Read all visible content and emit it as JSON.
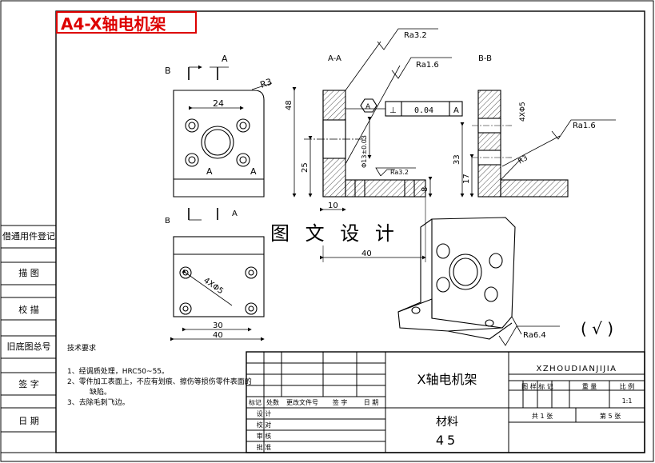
{
  "title": "A4-X轴电机架",
  "watermark": "图 文 设 计",
  "left_strip": [
    "借通用件登记",
    "描 图",
    "校 描",
    "旧底图总号",
    "签 字",
    "日 期"
  ],
  "views": {
    "B_label": "B",
    "A_label": "A",
    "section_AA": "A-A",
    "section_BB": "B-B"
  },
  "dims": {
    "d24": "24",
    "r3": "R3",
    "d48": "48",
    "d25": "25",
    "d10": "10",
    "d40a": "40",
    "d13": "Φ13±0.03",
    "d8": "8",
    "d33": "33",
    "d17": "17",
    "r3b": "R3",
    "hole4x5": "4XΦ5",
    "d30": "30",
    "d40b": "40",
    "d4x5v": "4XΦ5"
  },
  "roughness": [
    "Ra3.2",
    "Ra1.6",
    "Ra3.2",
    "Ra1.6",
    "Ra6.4"
  ],
  "tolerance": {
    "symbol": "⊥",
    "value": "0.04",
    "datum": "A",
    "datum_flag": "A"
  },
  "general_finish": "( √ )",
  "notes": {
    "title": "技术要求",
    "items": [
      "1、经调质处理，HRC50~55。",
      "2、零件加工表面上，不应有划痕、擦伤等损伤零件表面的",
      "缺陷。",
      "3、去除毛刺飞边。"
    ]
  },
  "title_block": {
    "part_name": "X轴电机架",
    "drawing_no": "XZHOUDIANJIJIA",
    "stage_label": "图 样 标 记",
    "weight_label": "重 量",
    "scale_label": "比 例",
    "scale": "1:1",
    "sheets_total": "共 1 张",
    "sheet_no": "第 5 张",
    "material_label": "材料",
    "material": "45",
    "row_headers": [
      "标记",
      "处数",
      "更改文件号",
      "签 字",
      "日 期"
    ],
    "roles": [
      "设 计",
      "校 对",
      "审 核",
      "批 准"
    ]
  }
}
